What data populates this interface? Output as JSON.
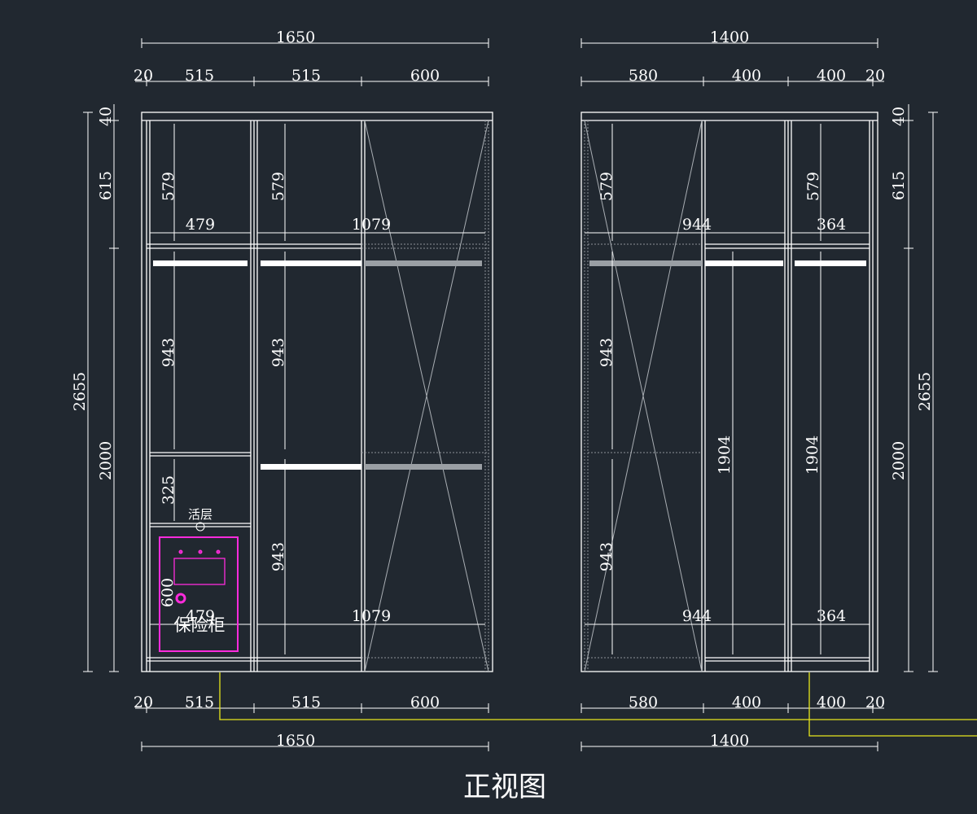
{
  "title": "正视图",
  "labels": {
    "movable_shelf": "活层",
    "safe": "保险柜"
  },
  "colors": {
    "background": "#212830",
    "lines": "#ffffff",
    "safe": "#ff2bdc",
    "leader": "#e8e61c"
  },
  "left_unit": {
    "overall_width": "1650",
    "top_dims": [
      "20",
      "515",
      "515",
      "600"
    ],
    "bottom_dims": [
      "20",
      "515",
      "515",
      "600"
    ],
    "left_vertical": [
      "40",
      "615",
      "2655",
      "2000"
    ],
    "inner": {
      "a_579": "579",
      "b_579": "579",
      "a_479": "479",
      "b_1079": "1079",
      "a_943": "943",
      "b_943": "943",
      "a_325": "325",
      "c_943": "943",
      "safe_600": "600",
      "c_479": "479",
      "d_1079": "1079"
    }
  },
  "right_unit": {
    "overall_width": "1400",
    "top_dims": [
      "580",
      "400",
      "400",
      "20"
    ],
    "bottom_dims": [
      "580",
      "400",
      "400",
      "20"
    ],
    "right_vertical": [
      "40",
      "615",
      "2655",
      "2000"
    ],
    "inner": {
      "a_579": "579",
      "b_579": "579",
      "a_944": "944",
      "a_364": "364",
      "a_943": "943",
      "b_943": "943",
      "a_1904": "1904",
      "b_1904": "1904",
      "b_944": "944",
      "b_364": "364"
    }
  }
}
